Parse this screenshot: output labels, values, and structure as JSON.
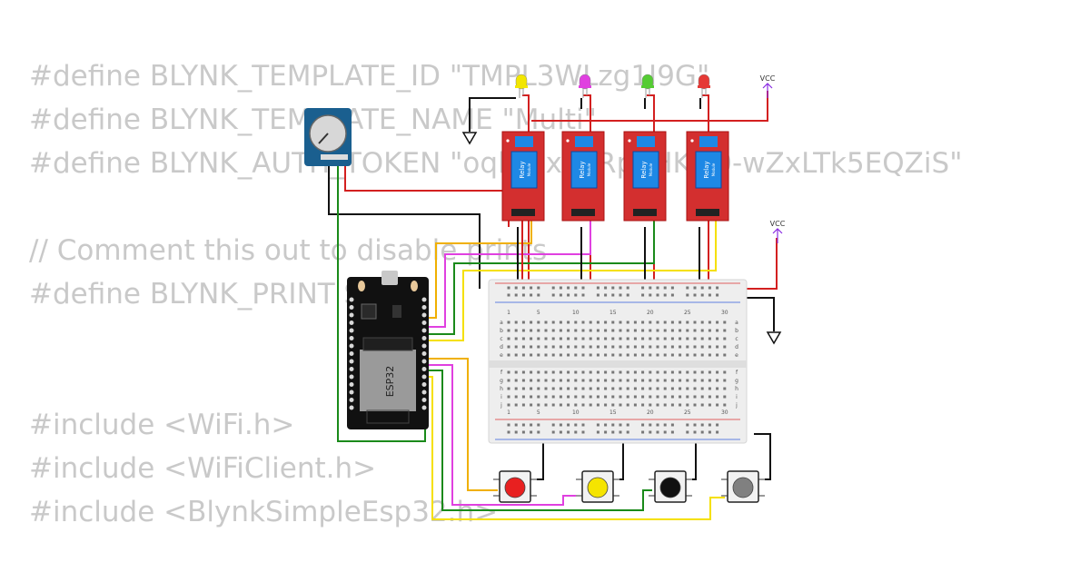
{
  "code_lines": [
    "#define BLYNK_TEMPLATE_ID \"TMPL3WLzg1I9G\"",
    "#define BLYNK_TEMPLATE_NAME \"Multi\"",
    "#define BLYNK_AUTH_TOKEN \"oqlicxxpxRpaHKw0-wZxLTk5EQZiS\"",
    "",
    "// Comment this out to disable prints",
    "#define BLYNK_PRINT Serial",
    "",
    "",
    "#include <WiFi.h>",
    "#include <WiFiClient.h>",
    "#include <BlynkSimpleEsp32.h>"
  ],
  "circuit": {
    "vcc_label": "VCC",
    "relay_label": "Relay",
    "relay_sub": "Module",
    "esp_label": "ESP32",
    "breadboard_numbers": [
      "1",
      "5",
      "10",
      "15",
      "20",
      "25",
      "30"
    ],
    "breadboard_rows_top": [
      "j",
      "i",
      "h",
      "g",
      "f"
    ],
    "breadboard_rows_bottom": [
      "e",
      "d",
      "c",
      "b",
      "a"
    ],
    "led_colors": [
      "#f2e600",
      "#e040e0",
      "#55cc33",
      "#e53935"
    ],
    "button_colors": [
      "#e82020",
      "#f5e400",
      "#111111",
      "#808080"
    ]
  }
}
